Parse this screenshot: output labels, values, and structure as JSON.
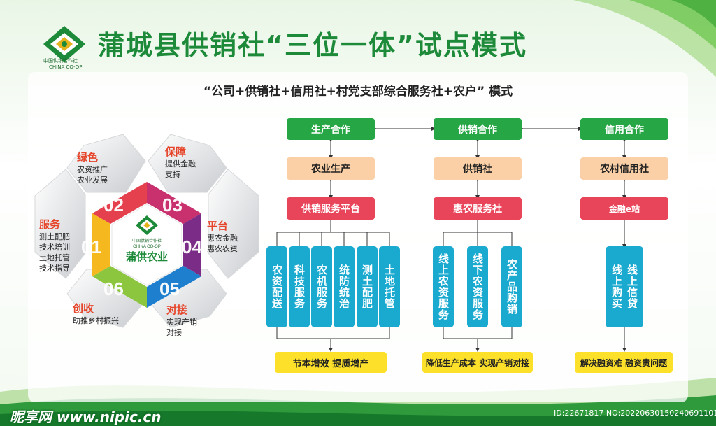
{
  "header": {
    "title": "蒲城县供销社“三位一体”试点模式",
    "logo_text_cn": "中国供销合作社",
    "logo_text_en": "CHINA CO-OP"
  },
  "subtitle": "“公司+供销社+信用社+村党支部综合服务社+农户” 模式",
  "hexagon": {
    "center_logo_cn": "中国供销合作社",
    "center_logo_en": "CHINA CO-OP",
    "center_name": "蒲供农业",
    "segments": [
      {
        "num": "01",
        "title": "服务",
        "lines": [
          "测土配肥",
          "技术培训",
          "土地托管",
          "技术指导"
        ],
        "color": "#f6b81f"
      },
      {
        "num": "02",
        "title": "绿色",
        "lines": [
          "农资推广",
          "农业发展"
        ],
        "color": "#e5404e"
      },
      {
        "num": "03",
        "title": "保障",
        "lines": [
          "提供金融",
          "支持"
        ],
        "color": "#c8306e"
      },
      {
        "num": "04",
        "title": "平台",
        "lines": [
          "惠农金融",
          "惠农农资"
        ],
        "color": "#7a2c86"
      },
      {
        "num": "05",
        "title": "对接",
        "lines": [
          "实现产销",
          "对接"
        ],
        "color": "#1f7fcf"
      },
      {
        "num": "06",
        "title": "创收",
        "lines": [
          "助推乡村振兴"
        ],
        "color": "#8cc63f"
      }
    ]
  },
  "flow": {
    "top": [
      "生产合作",
      "供销合作",
      "信用合作"
    ],
    "second": [
      "农业生产",
      "供销社",
      "农村信用社"
    ],
    "third": [
      "供销服务平台",
      "惠农服务社",
      "金融e站"
    ],
    "col1_items": [
      "农资配送",
      "科技服务",
      "农机服务",
      "统防统治",
      "测土配肥",
      "土地托管"
    ],
    "col2_items": [
      "线上农资服务",
      "线下农资服务",
      "农产品购销"
    ],
    "col3_items": [
      "线上信贷",
      "线上购买"
    ],
    "results": [
      "节本增效 提质增产",
      "降低生产成本 实现产销对接",
      "解决融资难 融资贵问题"
    ]
  },
  "footer": {
    "watermark": "昵享网 www.nipic.cn",
    "id_text": "ID:22671817 NO:20220630150240691101"
  },
  "colors": {
    "title_green": "#1d8a3a",
    "box_green": "#27a646",
    "box_peach": "#fcd0a6",
    "box_red": "#e9455a",
    "box_yellow": "#fde02a",
    "box_blue": "#1aa9cf"
  }
}
